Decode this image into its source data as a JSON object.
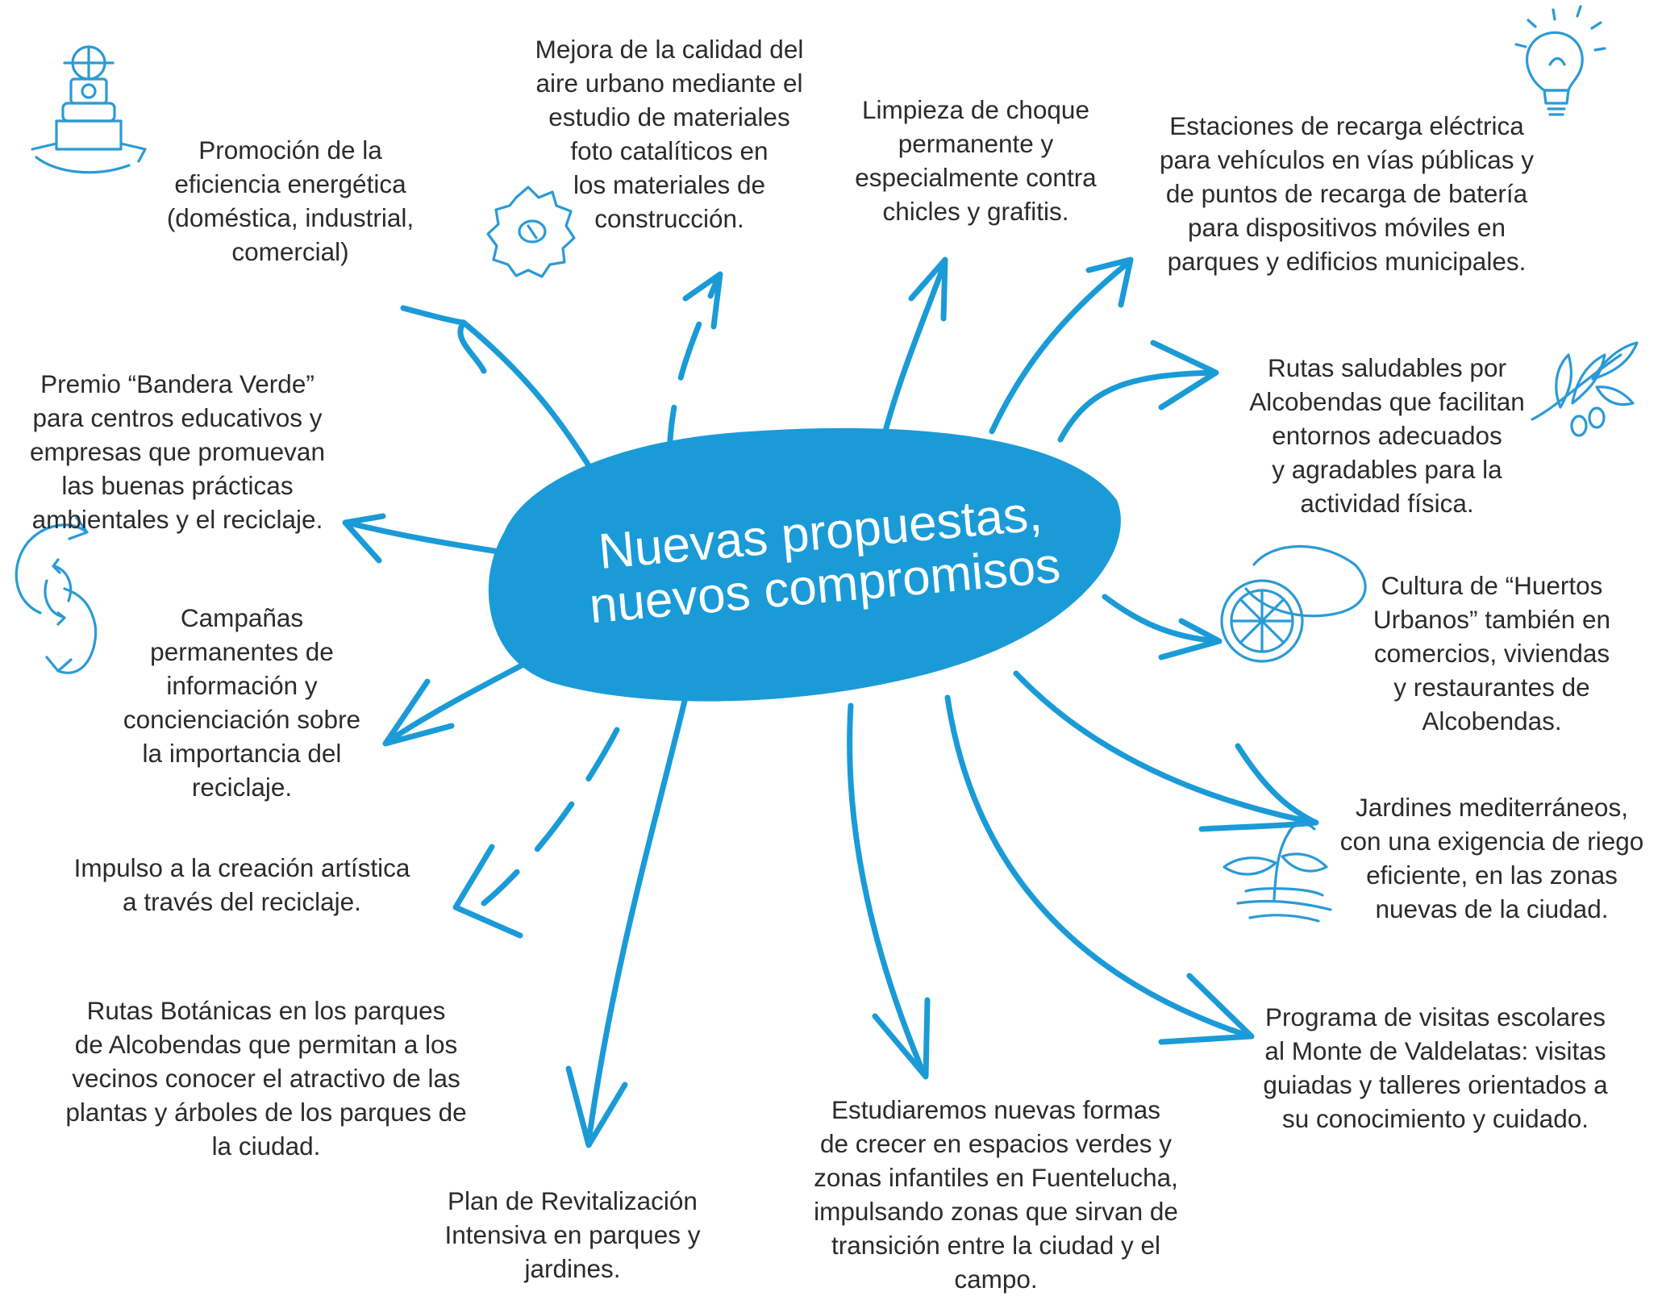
{
  "center": {
    "line1": "Nuevas propuestas,",
    "line2": "nuevos compromisos",
    "color": "#1a9bd7"
  },
  "nodes": {
    "eficiencia": "Promoción de la\neficiencia energética\n(doméstica, industrial,\ncomercial)",
    "aire": "Mejora de la calidad del\naire urbano mediante el\nestudio de materiales\nfoto catalíticos en\nlos materiales de\nconstrucción.",
    "limpieza": "Limpieza de choque\npermanente y\nespecialmente contra\nchicles y grafitis.",
    "recarga": "Estaciones de recarga eléctrica\npara vehículos en vías públicas y\nde puntos de recarga de batería\npara dispositivos móviles en\nparques y edificios municipales.",
    "bandera": "Premio “Bandera Verde”\npara centros educativos y\nempresas que promuevan\nlas buenas prácticas\nambientales y el reciclaje.",
    "rutas_saludables": "Rutas saludables por\nAlcobendas que facilitan\nentornos adecuados\ny agradables para la\nactividad física.",
    "campanas": "Campañas\npermanentes de\ninformación y\nconcienciación sobre\nla importancia del\nreciclaje.",
    "huertos": "Cultura de “Huertos\nUrbanos” también en\ncomercios, viviendas\ny restaurantes de\nAlcobendas.",
    "creacion": "Impulso a la creación artística\na través del reciclaje.",
    "jardines": "Jardines mediterráneos,\ncon una exigencia de riego\neficiente, en las zonas\nnuevas de la ciudad.",
    "botanicas": "Rutas Botánicas en los parques\nde Alcobendas que permitan a los\nvecinos conocer el atractivo de las\nplantas y árboles de los parques de\nla ciudad.",
    "visitas": "Programa de visitas escolares\nal Monte de Valdelatas: visitas\nguiadas y talleres orientados a\nsu conocimiento y cuidado.",
    "revitalizacion": "Plan de Revitalización\nIntensiva en parques y\njardines.",
    "espacios": "Estudiaremos nuevas formas\nde crecer en espacios verdes y\nzonas infantiles en Fuentelucha,\nimpulsando zonas que sirvan de\ntransición entre la ciudad y el\ncampo."
  },
  "icons": [
    "valve-hand-icon",
    "gear-icon",
    "lightbulb-icon",
    "olive-branch-icon",
    "recycle-icon",
    "lemon-icon",
    "sprout-icon"
  ]
}
